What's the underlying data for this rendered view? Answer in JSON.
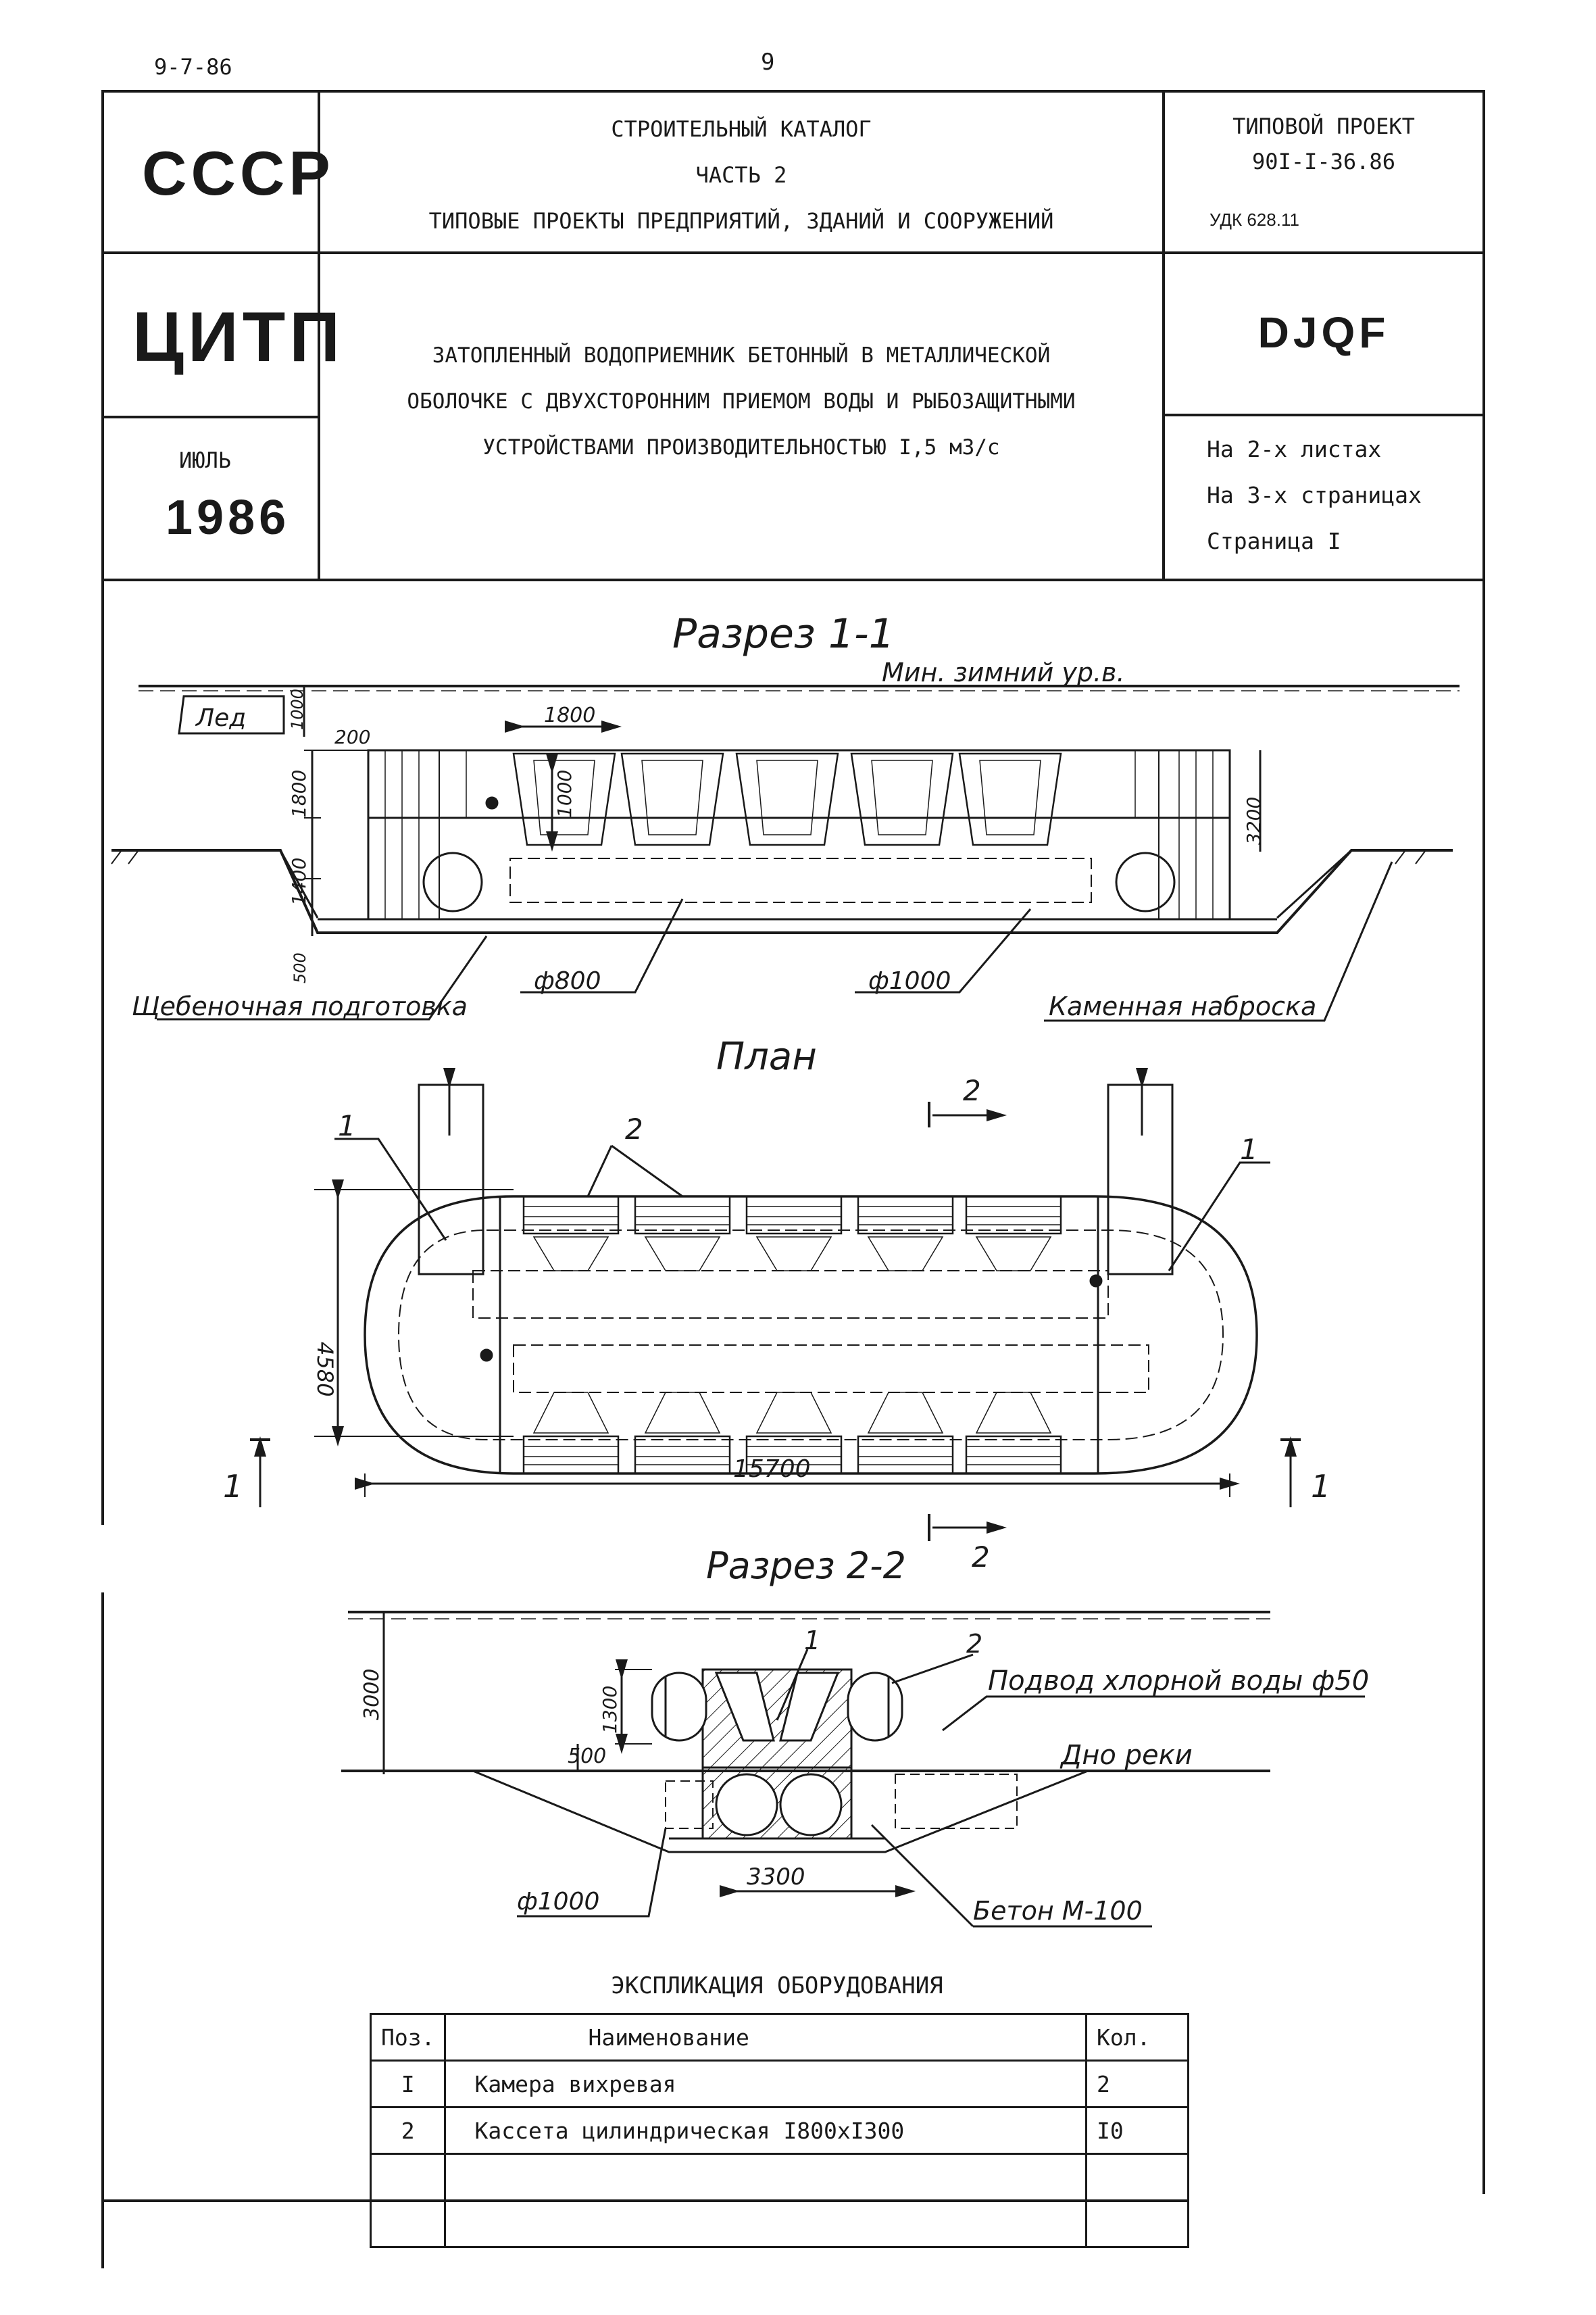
{
  "page": {
    "date_code": "9-7-86",
    "page_number": "9"
  },
  "stamp": {
    "country": "СССР",
    "catalog_title": "СТРОИТЕЛЬНЫЙ КАТАЛОГ",
    "catalog_part": "ЧАСТЬ 2",
    "catalog_subtitle": "ТИПОВЫЕ ПРОЕКТЫ ПРЕДПРИЯТИЙ, ЗДАНИЙ И СООРУЖЕНИЙ",
    "project_label": "ТИПОВОЙ ПРОЕКТ",
    "project_number": "90I-I-36.86",
    "udk": "УДК 628.11",
    "org": "ЦИТП",
    "doc_code": "DJQF",
    "title_line1": "ЗАТОПЛЕННЫЙ ВОДОПРИЕМНИК БЕТОННЫЙ В МЕТАЛЛИЧЕСКОЙ",
    "title_line2": "ОБОЛОЧКЕ С ДВУХСТОРОННИМ ПРИЕМОМ ВОДЫ И РЫБОЗАЩИТНЫМИ",
    "title_line3": "УСТРОЙСТВАМИ ПРОИЗВОДИТЕЛЬНОСТЬЮ I,5 м3/с",
    "month": "ИЮЛЬ",
    "year": "1986",
    "sheets": "На 2-х листах",
    "pages": "На 3-х страницах",
    "page_label": "Страница I"
  },
  "section1": {
    "title": "Разрез 1-1",
    "min_level": "Мин. зимний ур.в.",
    "ice": "Лед",
    "dim_1000": "1000",
    "dim_200": "200",
    "dim_1800_top": "1800",
    "dim_1000_inner": "1000",
    "dim_1800_left": "1800",
    "dim_1400": "1400",
    "dim_500": "500",
    "dim_3200": "3200",
    "pipe_800": "ф800",
    "pipe_1000": "ф1000",
    "gravel": "Щебеночная подготовка",
    "riprap": "Каменная наброска"
  },
  "plan": {
    "title": "План",
    "label_1_left": "1",
    "label_2": "2",
    "label_1_right": "1",
    "section_2_top": "2",
    "section_2_bottom": "2",
    "section_1_left": "1",
    "section_1_right": "1",
    "dim_4580": "4580",
    "dim_15700": "15700"
  },
  "section2": {
    "title": "Разрез 2-2",
    "label_1": "1",
    "label_2": "2",
    "dim_3000": "3000",
    "dim_1300": "1300",
    "dim_500": "500",
    "dim_3300": "3300",
    "chlorine": "Подвод хлорной воды ф50",
    "riverbed": "Дно реки",
    "pipe_1000": "ф1000",
    "concrete": "Бетон М-100"
  },
  "explication": {
    "title": "ЭКСПЛИКАЦИЯ ОБОРУДОВАНИЯ",
    "headers": [
      "Поз.",
      "Наименование",
      "Кол."
    ],
    "rows": [
      [
        "I",
        "Камера вихревая",
        "2"
      ],
      [
        "2",
        "Кассета цилиндрическая I800хI300",
        "I0"
      ],
      [
        "",
        "",
        ""
      ],
      [
        "",
        "",
        ""
      ]
    ]
  }
}
